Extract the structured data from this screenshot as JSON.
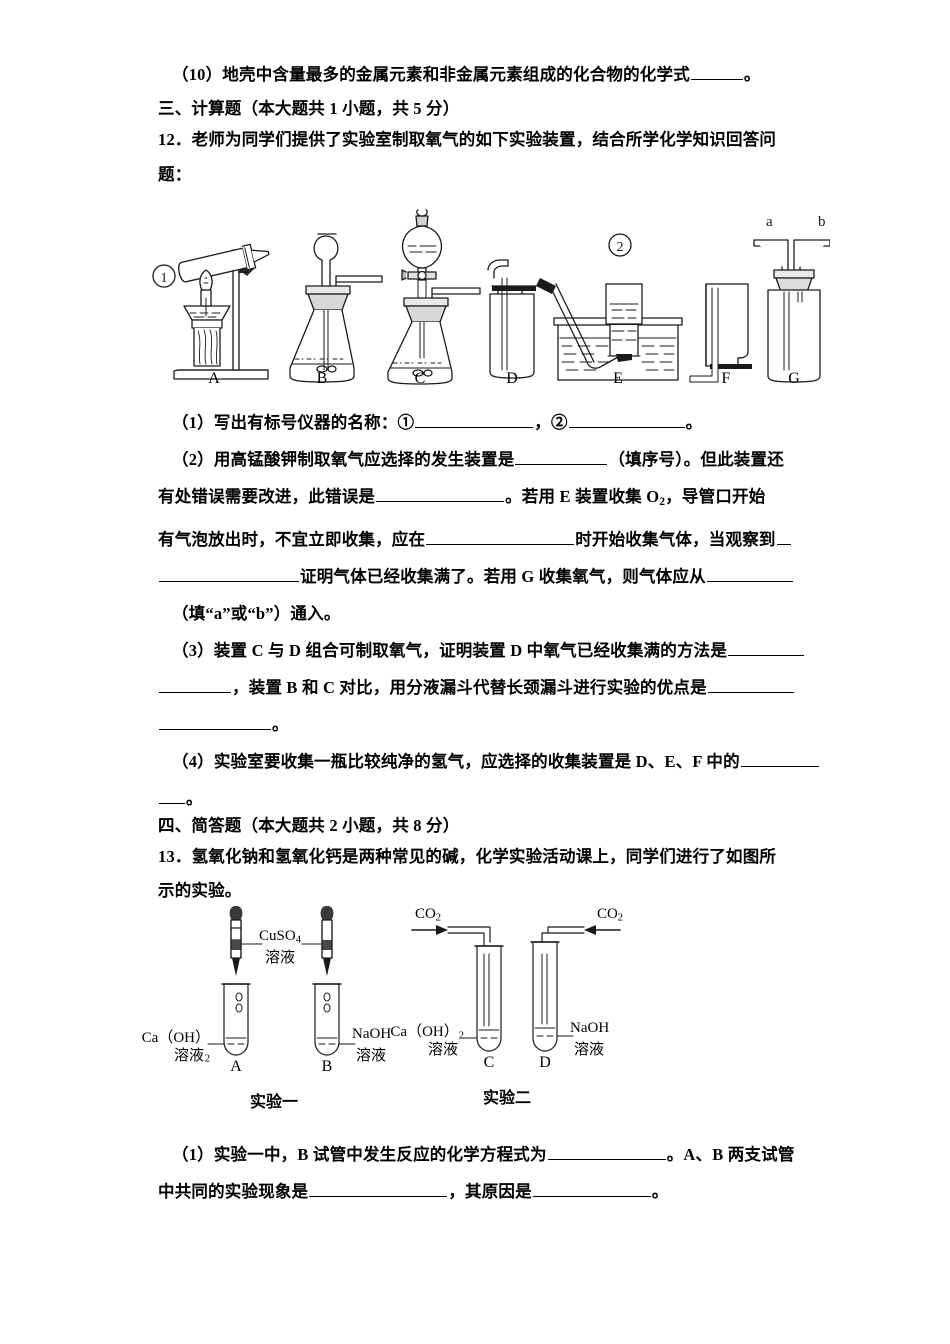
{
  "document": {
    "type": "chemistry-exam-paper",
    "language": "zh-CN"
  },
  "q10": {
    "text_before": "（10）地壳中含量最多的金属元素和非金属元素组成的化合物的化学式",
    "text_after": "。"
  },
  "section3": {
    "heading": "三、计算题（本大题共 1 小题，共 5 分）"
  },
  "q12": {
    "stem_line1": "12．老师为同学们提供了实验室制取氧气的如下实验装置，结合所学化学知识回答问",
    "stem_line2": "题：",
    "figure": {
      "name": "oxygen-preparation-apparatus",
      "devices": [
        {
          "label": "A",
          "desc": "试管加热装置（铁架台、酒精灯）",
          "callout": "①"
        },
        {
          "label": "B",
          "desc": "锥形瓶＋长颈漏斗"
        },
        {
          "label": "C",
          "desc": "锥形瓶＋分液漏斗"
        },
        {
          "label": "D",
          "desc": "向上排空气法集气瓶"
        },
        {
          "label": "E",
          "desc": "排水法水槽收集装置",
          "callout": "②"
        },
        {
          "label": "F",
          "desc": "倒置集气瓶（向下排空气法）"
        },
        {
          "label": "G",
          "desc": "洗气瓶",
          "ports": [
            "a",
            "b"
          ]
        }
      ]
    },
    "p1": {
      "a": "（1）写出有标号仪器的名称：①",
      "b": "，②",
      "c": "。"
    },
    "p2": {
      "a": "（2）用高锰酸钾制取氧气应选择的发生装置是",
      "b": "（填序号）。但此装置还",
      "c": "有处错误需要改进，此错误是",
      "d": "。若用 E 装置收集 O",
      "d_sub": "2",
      "e": "，导管口开始",
      "f": "有气泡放出时，不宜立即收集，应在",
      "g": "时开始收集气体，当观察到",
      "h": "证明气体已经收集满了。若用 G 收集氧气，则气体应从",
      "i": "（填“a”或“b”）通入。"
    },
    "p3": {
      "a": "（3）装置 C 与 D 组合可制取氧气，证明装置 D 中氧气已经收集满的方法是",
      "b": "，装置 B 和 C 对比，用分液漏斗代替长颈漏斗进行实验的优点是",
      "c": "。"
    },
    "p4": {
      "a": "（4）实验室要收集一瓶比较纯净的氢气，应选择的收集装置是 D、E、F 中的",
      "b": "。"
    }
  },
  "section4": {
    "heading": "四、简答题（本大题共 2 小题，共 8 分）"
  },
  "q13": {
    "stem_line1": "13．氢氧化钠和氢氧化钙是两种常见的碱，化学实验活动课上，同学们进行了如图所",
    "stem_line2": "示的实验。",
    "figure": {
      "name": "base-reaction-experiments",
      "experiment_one": {
        "caption": "实验一",
        "reagent_label_line1": "CuSO",
        "reagent_label_sub": "4",
        "reagent_label_line2": "溶液",
        "tubes": [
          {
            "label": "A",
            "content_line1": "Ca（OH）",
            "content_sub": "2",
            "content_line2": "溶液"
          },
          {
            "label": "B",
            "content_line1": "NaOH",
            "content_line2": "溶液"
          }
        ]
      },
      "experiment_two": {
        "caption": "实验二",
        "gas_label": "CO",
        "gas_label_sub": "2",
        "tubes": [
          {
            "label": "C",
            "content_line1": "Ca（OH）",
            "content_sub": "2",
            "content_line2": "溶液"
          },
          {
            "label": "D",
            "content_line1": "NaOH",
            "content_line2": "溶液"
          }
        ]
      }
    },
    "p1": {
      "a": "（1）实验一中，B 试管中发生反应的化学方程式为",
      "b": "。A、B 两支试管",
      "c": "中共同的实验现象是",
      "d": "，其原因是",
      "e": "。"
    }
  }
}
